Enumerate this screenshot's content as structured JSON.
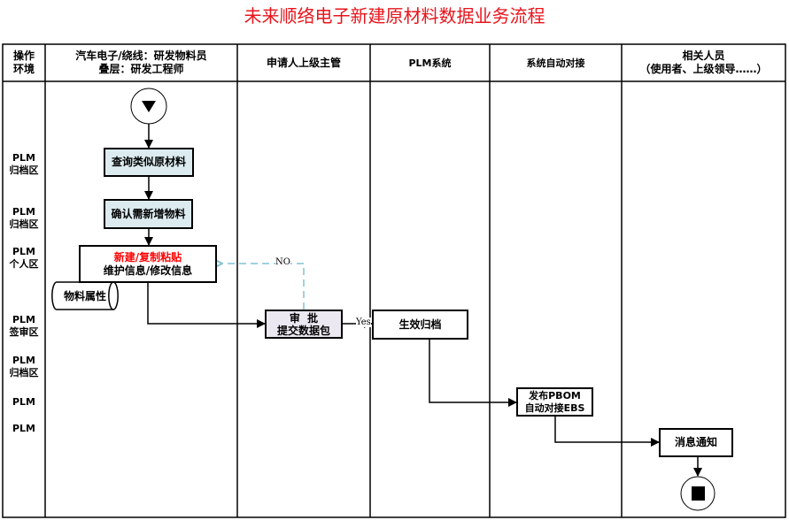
{
  "title": "未来顺络电子新建原材料数据业务流程",
  "headers": {
    "env": "操作\n环境",
    "col1_line1": "汽车电子/绕线：研发物料员",
    "col1_line2": "叠层：研发工程师",
    "col2": "申请人上级主管",
    "col3": "PLM系统",
    "col4": "系统自动对接",
    "col5_line1": "相关人员",
    "col5_line2": "（使用者、上级领导……）"
  },
  "env_labels": [
    {
      "line1": "PLM",
      "line2": "归档区"
    },
    {
      "line1": "PLM",
      "line2": "归档区"
    },
    {
      "line1": "PLM",
      "line2": "个人区"
    },
    {
      "line1": "PLM",
      "line2": "签审区"
    },
    {
      "line1": "PLM",
      "line2": "归档区"
    },
    {
      "line1": "PLM",
      "line2": ""
    },
    {
      "line1": "PLM",
      "line2": ""
    }
  ],
  "nodes": {
    "query": "查询类似原材料",
    "confirm": "确认需新增物料",
    "create_line1": "新建/复制粘贴",
    "create_line2": "维护信息/修改信息",
    "attributes": "物料属性",
    "approve_line1": "审  批",
    "approve_line2": "提交数据包",
    "archive": "生效归档",
    "publish_line1": "发布PBOM",
    "publish_line2": "自动对接EBS",
    "notify": "消息通知"
  },
  "edge_labels": {
    "no": "NO",
    "yes": "Yes"
  },
  "colors": {
    "title": "#e8141c",
    "highlight": "#ff0000",
    "dashed": "#7fc4d4"
  }
}
